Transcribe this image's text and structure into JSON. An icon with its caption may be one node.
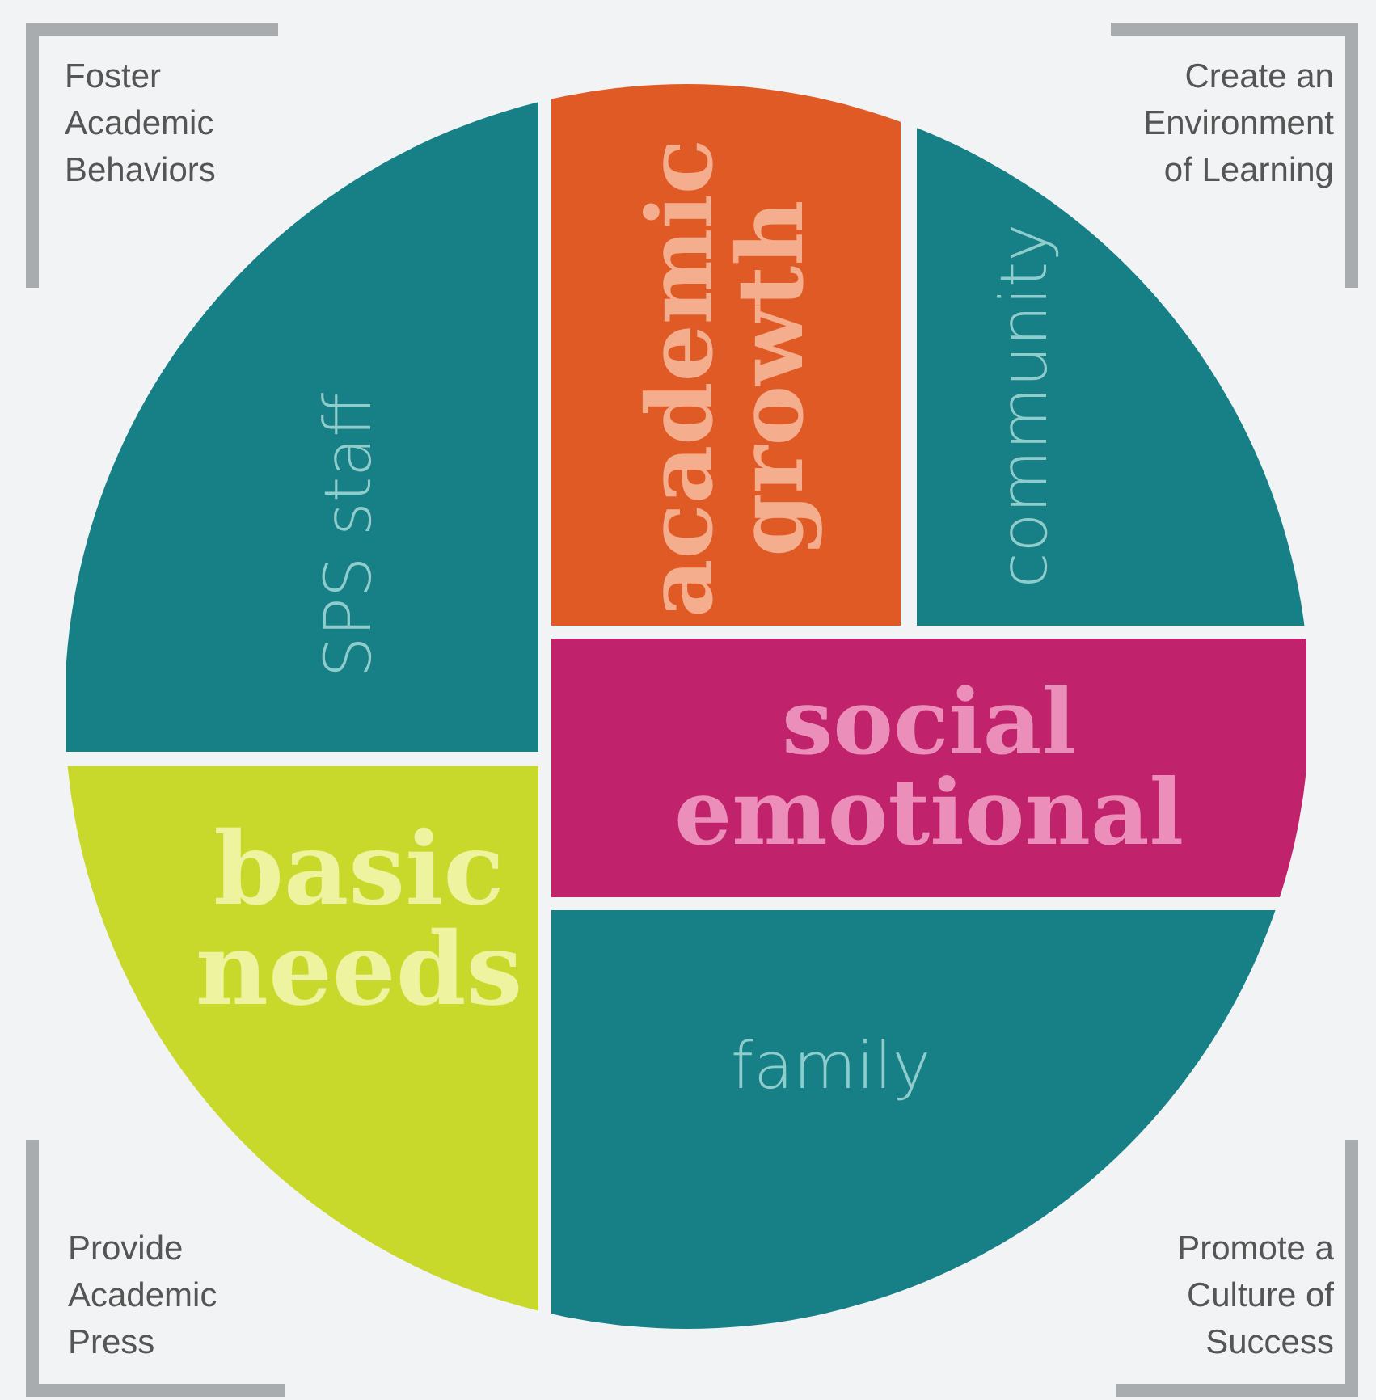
{
  "diagram": {
    "nodes": [
      {
        "text": [
          "SPS staff"
        ]
      },
      {
        "text": [
          "academic growth"
        ]
      },
      {
        "text": [
          "community"
        ]
      },
      {
        "text": [
          "social emotional"
        ]
      },
      {
        "text": [
          "basic needs"
        ]
      },
      {
        "text": [
          "family"
        ]
      }
    ],
    "labels": [
      "Foster Academic Behaviors",
      "Create an Environment of Learning",
      "Provide Academic Press",
      "Promote a Culture of Success"
    ]
  }
}
